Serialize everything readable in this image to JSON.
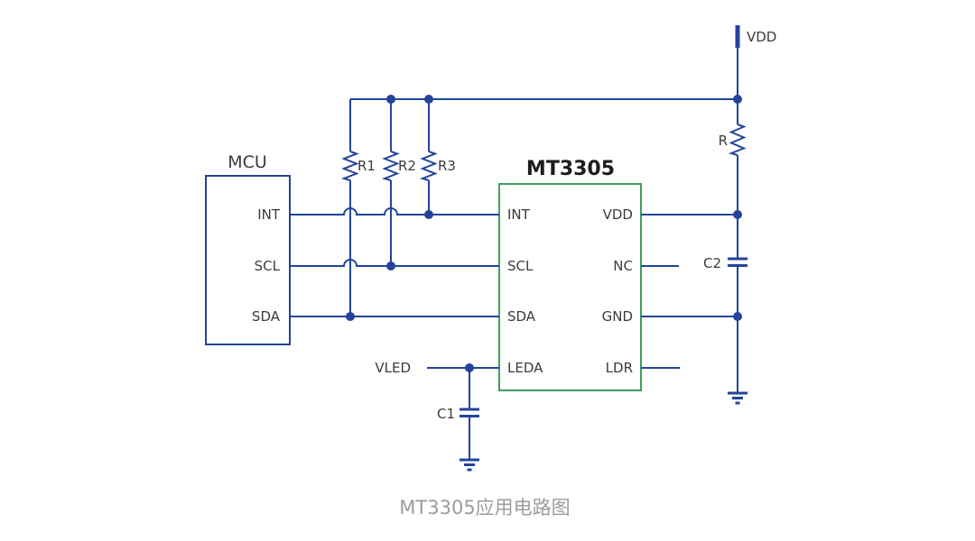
{
  "title": "MT3305应用电路图",
  "colors": {
    "wire": "#23449a",
    "chip_border": "#3f9e63",
    "label": "#3b3b3b",
    "caption": "#9c9c9c",
    "background": "#ffffff"
  },
  "power": {
    "vdd_label": "VDD"
  },
  "mcu": {
    "label": "MCU",
    "pins": [
      "INT",
      "SCL",
      "SDA"
    ]
  },
  "chip": {
    "label": "MT3305",
    "left_pins": [
      "INT",
      "SCL",
      "SDA",
      "LEDA"
    ],
    "right_pins": [
      "VDD",
      "NC",
      "GND",
      "LDR"
    ]
  },
  "components": {
    "r1": "R1",
    "r2": "R2",
    "r3": "R3",
    "r": "R",
    "c1": "C1",
    "c2": "C2",
    "vled": "VLED"
  }
}
